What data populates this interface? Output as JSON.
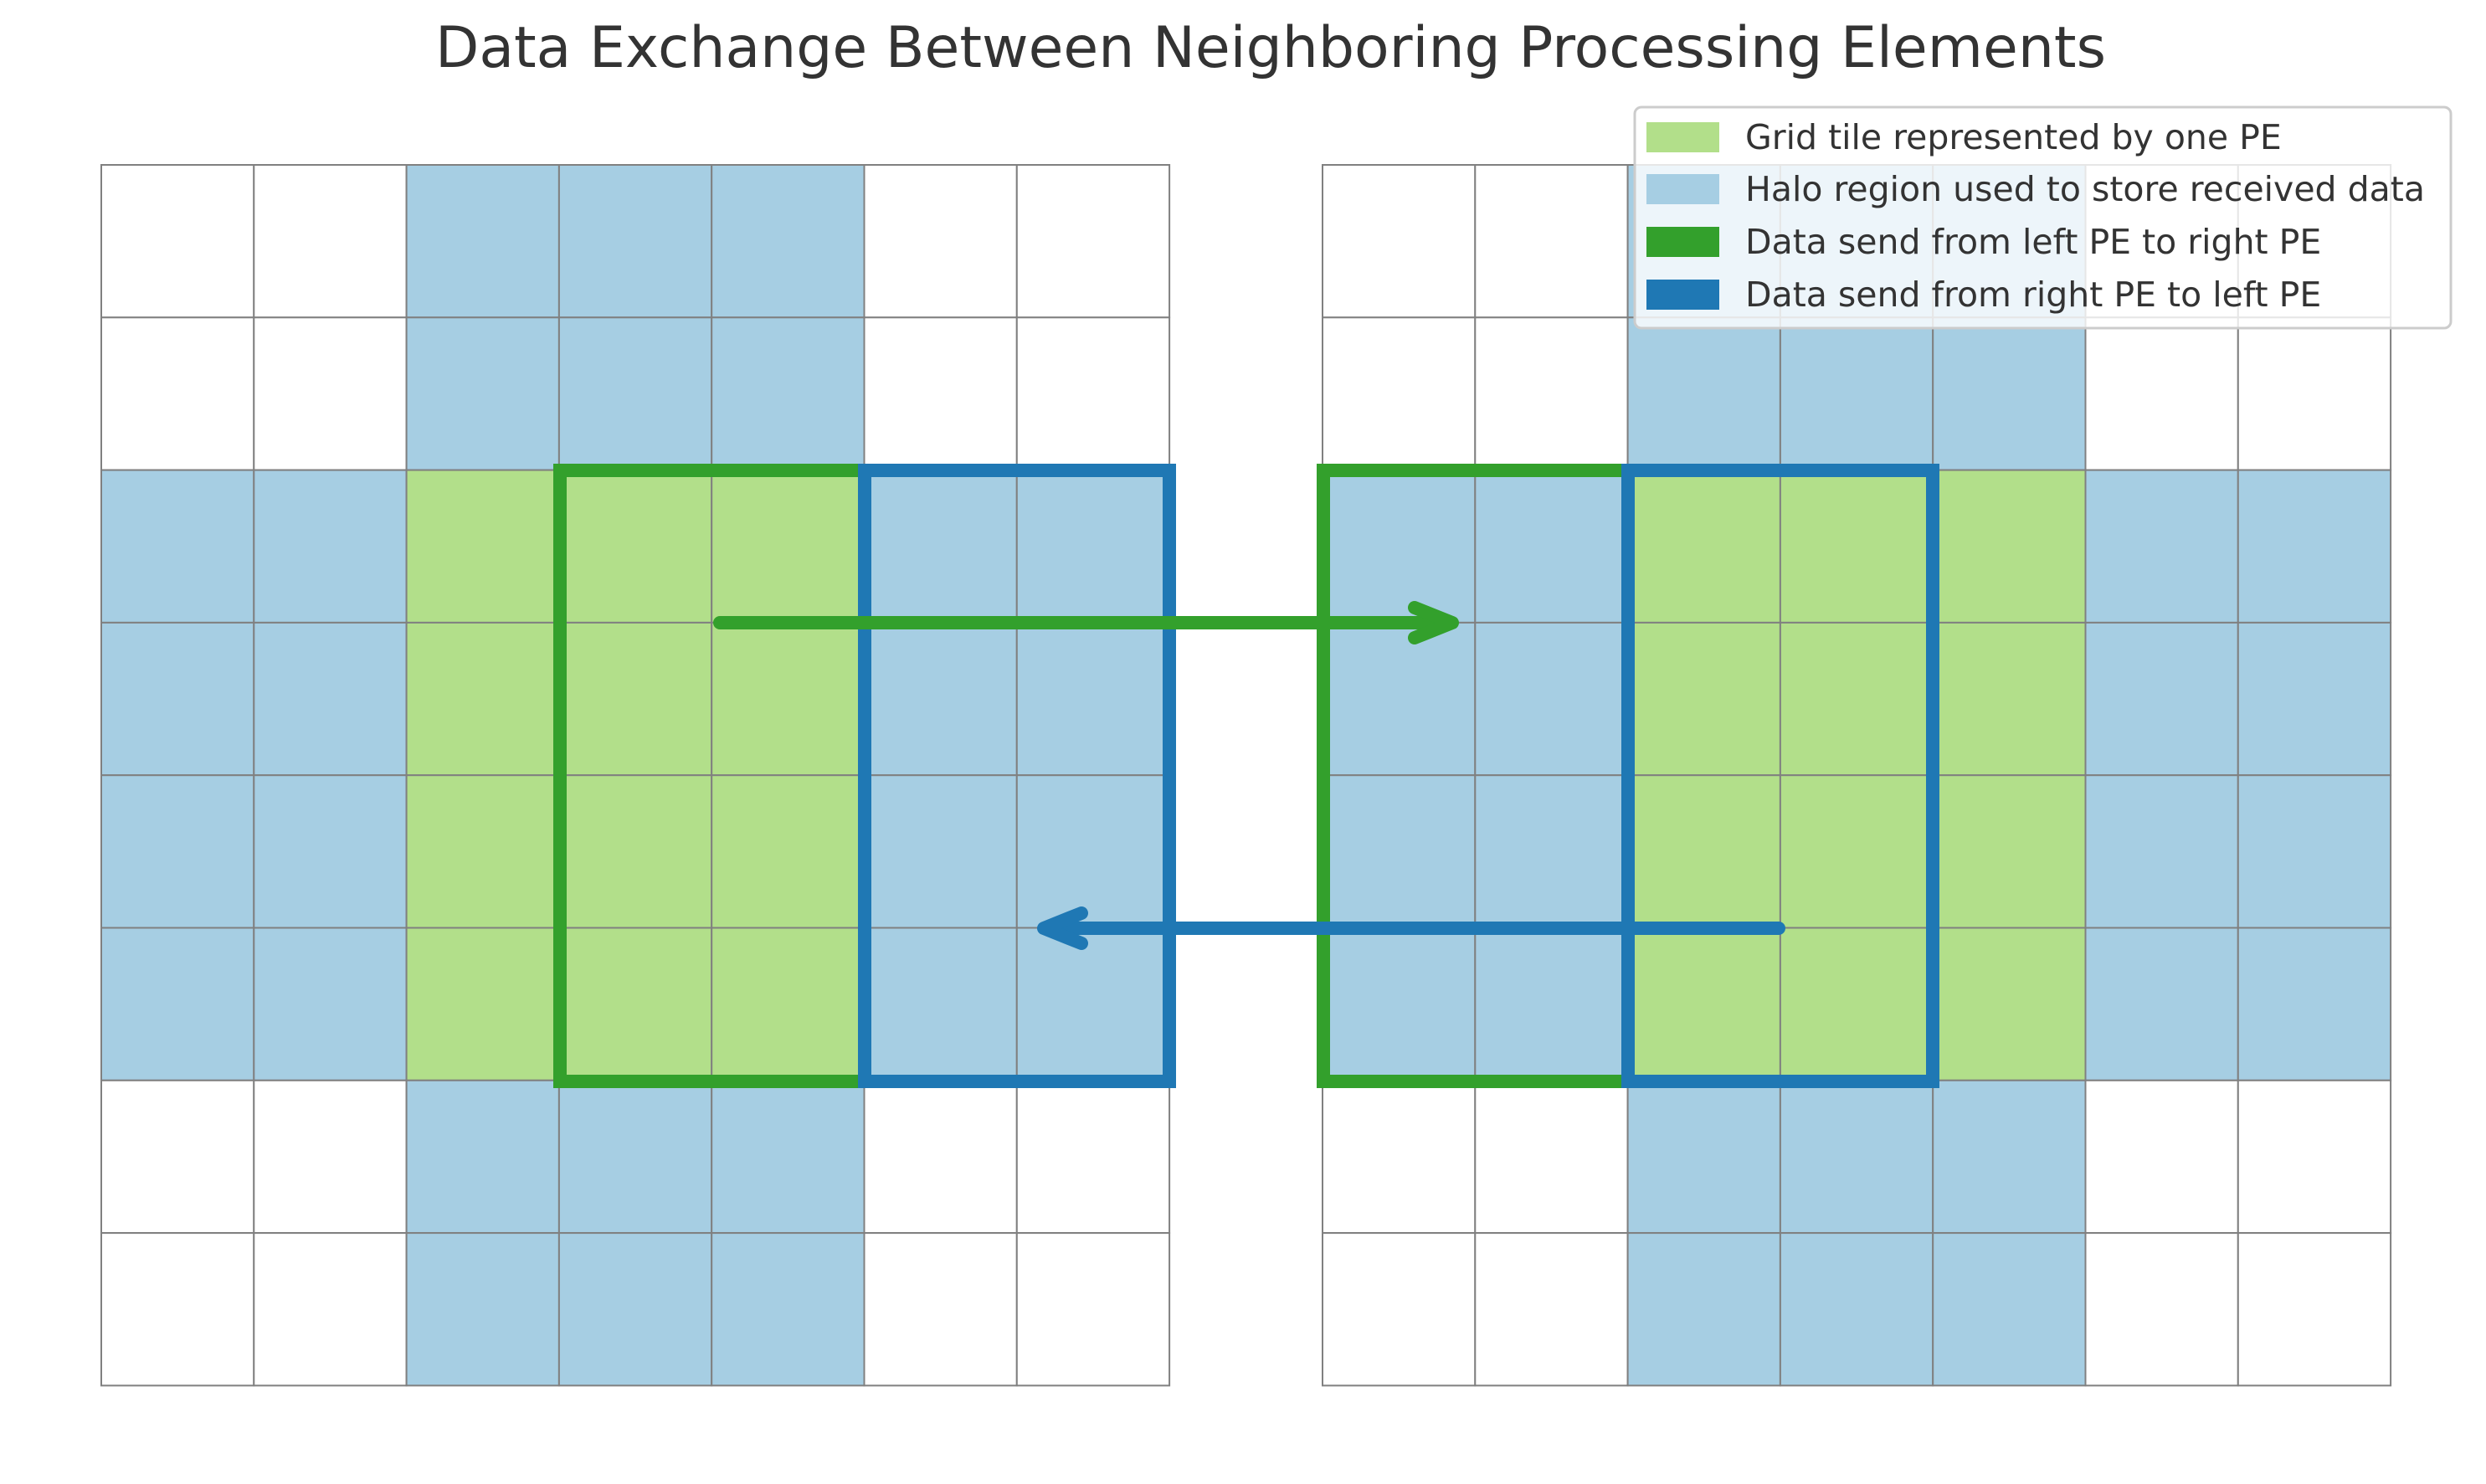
{
  "title": "Data Exchange Between Neighboring Processing Elements",
  "legend": {
    "items": [
      {
        "label": "Grid tile represented by one PE",
        "kind": "fill",
        "color": "#b2df8a"
      },
      {
        "label": "Halo region used to store received data",
        "kind": "fill",
        "color": "#a6cee3"
      },
      {
        "label": "Data send from left PE to right PE",
        "kind": "fill",
        "color": "#33a02c"
      },
      {
        "label": "Data send from right PE to left PE",
        "kind": "fill",
        "color": "#1f78b4"
      }
    ]
  },
  "colors": {
    "tile": "#b2df8a",
    "halo": "#a6cee3",
    "send_left_to_right": "#33a02c",
    "send_right_to_left": "#1f78b4",
    "grid_line": "#808080",
    "empty": "#ffffff"
  },
  "grids": [
    {
      "name": "left-pe-grid",
      "rows": [
        "..HHH..",
        "..HHH..",
        "HHTTTHH",
        "HHTTTHH",
        "HHTTTHH",
        "HHTTTHH",
        "..HHH..",
        "..HHH.."
      ]
    },
    {
      "name": "right-pe-grid",
      "rows": [
        "..HHH..",
        "..HHH..",
        "HHTTTHH",
        "HHTTTHH",
        "HHTTTHH",
        "HHTTTHH",
        "..HHH..",
        "..HHH.."
      ]
    }
  ],
  "cell_legend": {
    ".": "empty",
    "H": "halo",
    "T": "tile"
  }
}
